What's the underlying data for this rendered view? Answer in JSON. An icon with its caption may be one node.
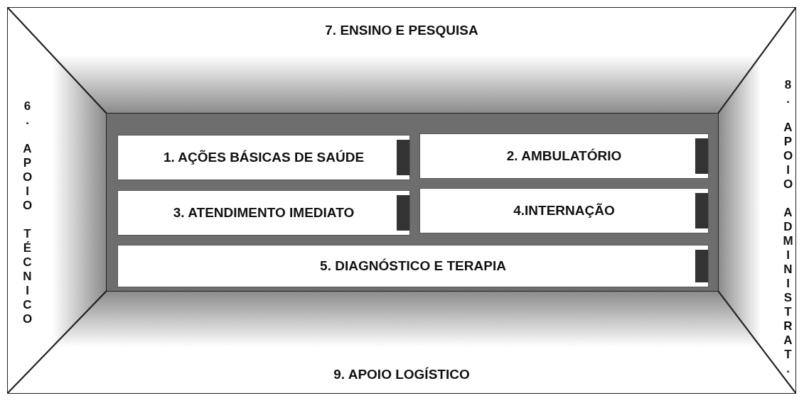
{
  "diagram": {
    "nodes": [
      {
        "text": [
          "7. ENSINO E PESQUISA"
        ]
      },
      {
        "text": [
          "6. APOIO TÉCNICO"
        ]
      },
      {
        "text": [
          "1. AÇÕES BÁSICAS DE SAÚDE"
        ]
      },
      {
        "text": [
          "2. AMBULATÓRIO"
        ]
      },
      {
        "text": [
          "3. ATENDIMENTO IMEDIATO"
        ]
      },
      {
        "text": [
          "4.INTERNAÇÃO"
        ]
      },
      {
        "text": [
          "5. DIAGNÓSTICO E TERAPIA"
        ]
      },
      {
        "text": [
          "8. APOIO ADMINISTRAT."
        ]
      },
      {
        "text": [
          "9. APOIO LOGÍSTICO"
        ]
      }
    ]
  }
}
